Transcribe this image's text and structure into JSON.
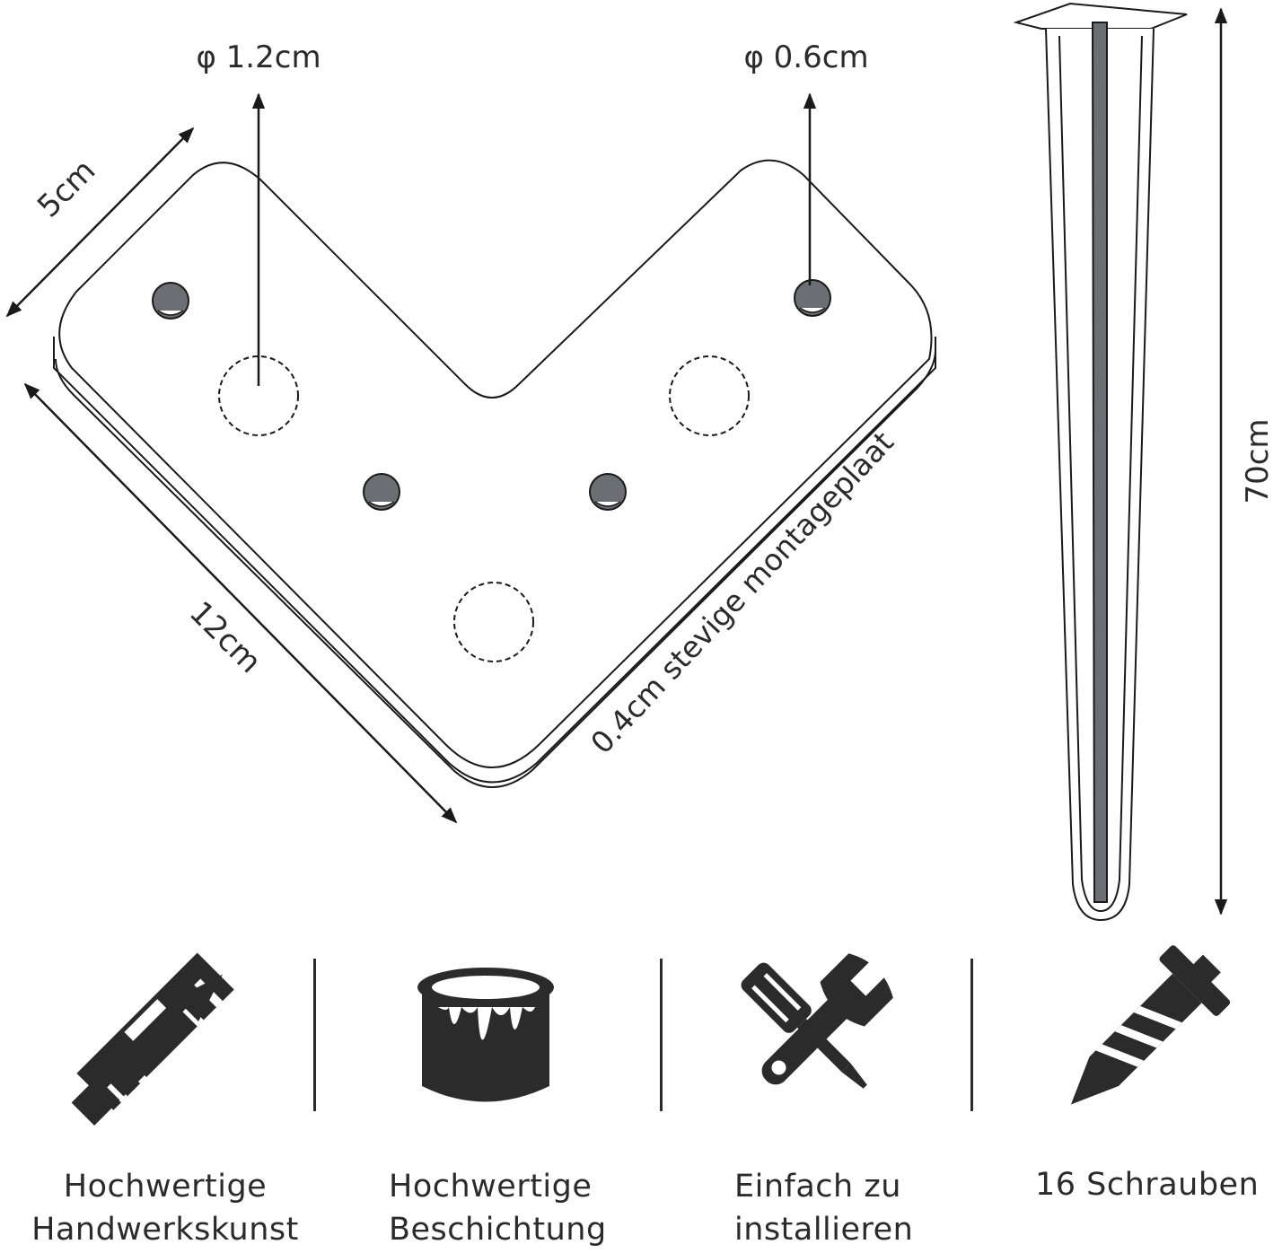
{
  "dimensions": {
    "large_hole": "φ 1.2cm",
    "small_hole": "φ 0.6cm",
    "plate_side": "5cm",
    "plate_arm": "12cm",
    "plate_thickness": "0.4cm stevige montageplaat",
    "leg_height": "70cm"
  },
  "features": [
    {
      "icon": "pencil-ruler-icon",
      "line1": "Hochwertige",
      "line2": "Handwerkskunst"
    },
    {
      "icon": "paint-bucket-icon",
      "line1": "Hochwertige",
      "line2": "Beschichtung"
    },
    {
      "icon": "tools-icon",
      "line1": "Einfach zu",
      "line2": "installieren"
    },
    {
      "icon": "screw-icon",
      "line1": "16 Schrauben",
      "line2": ""
    }
  ],
  "colors": {
    "ink": "#2b2b2b",
    "hole": "#6b6e72",
    "leg_inner": "#6b6e72"
  }
}
